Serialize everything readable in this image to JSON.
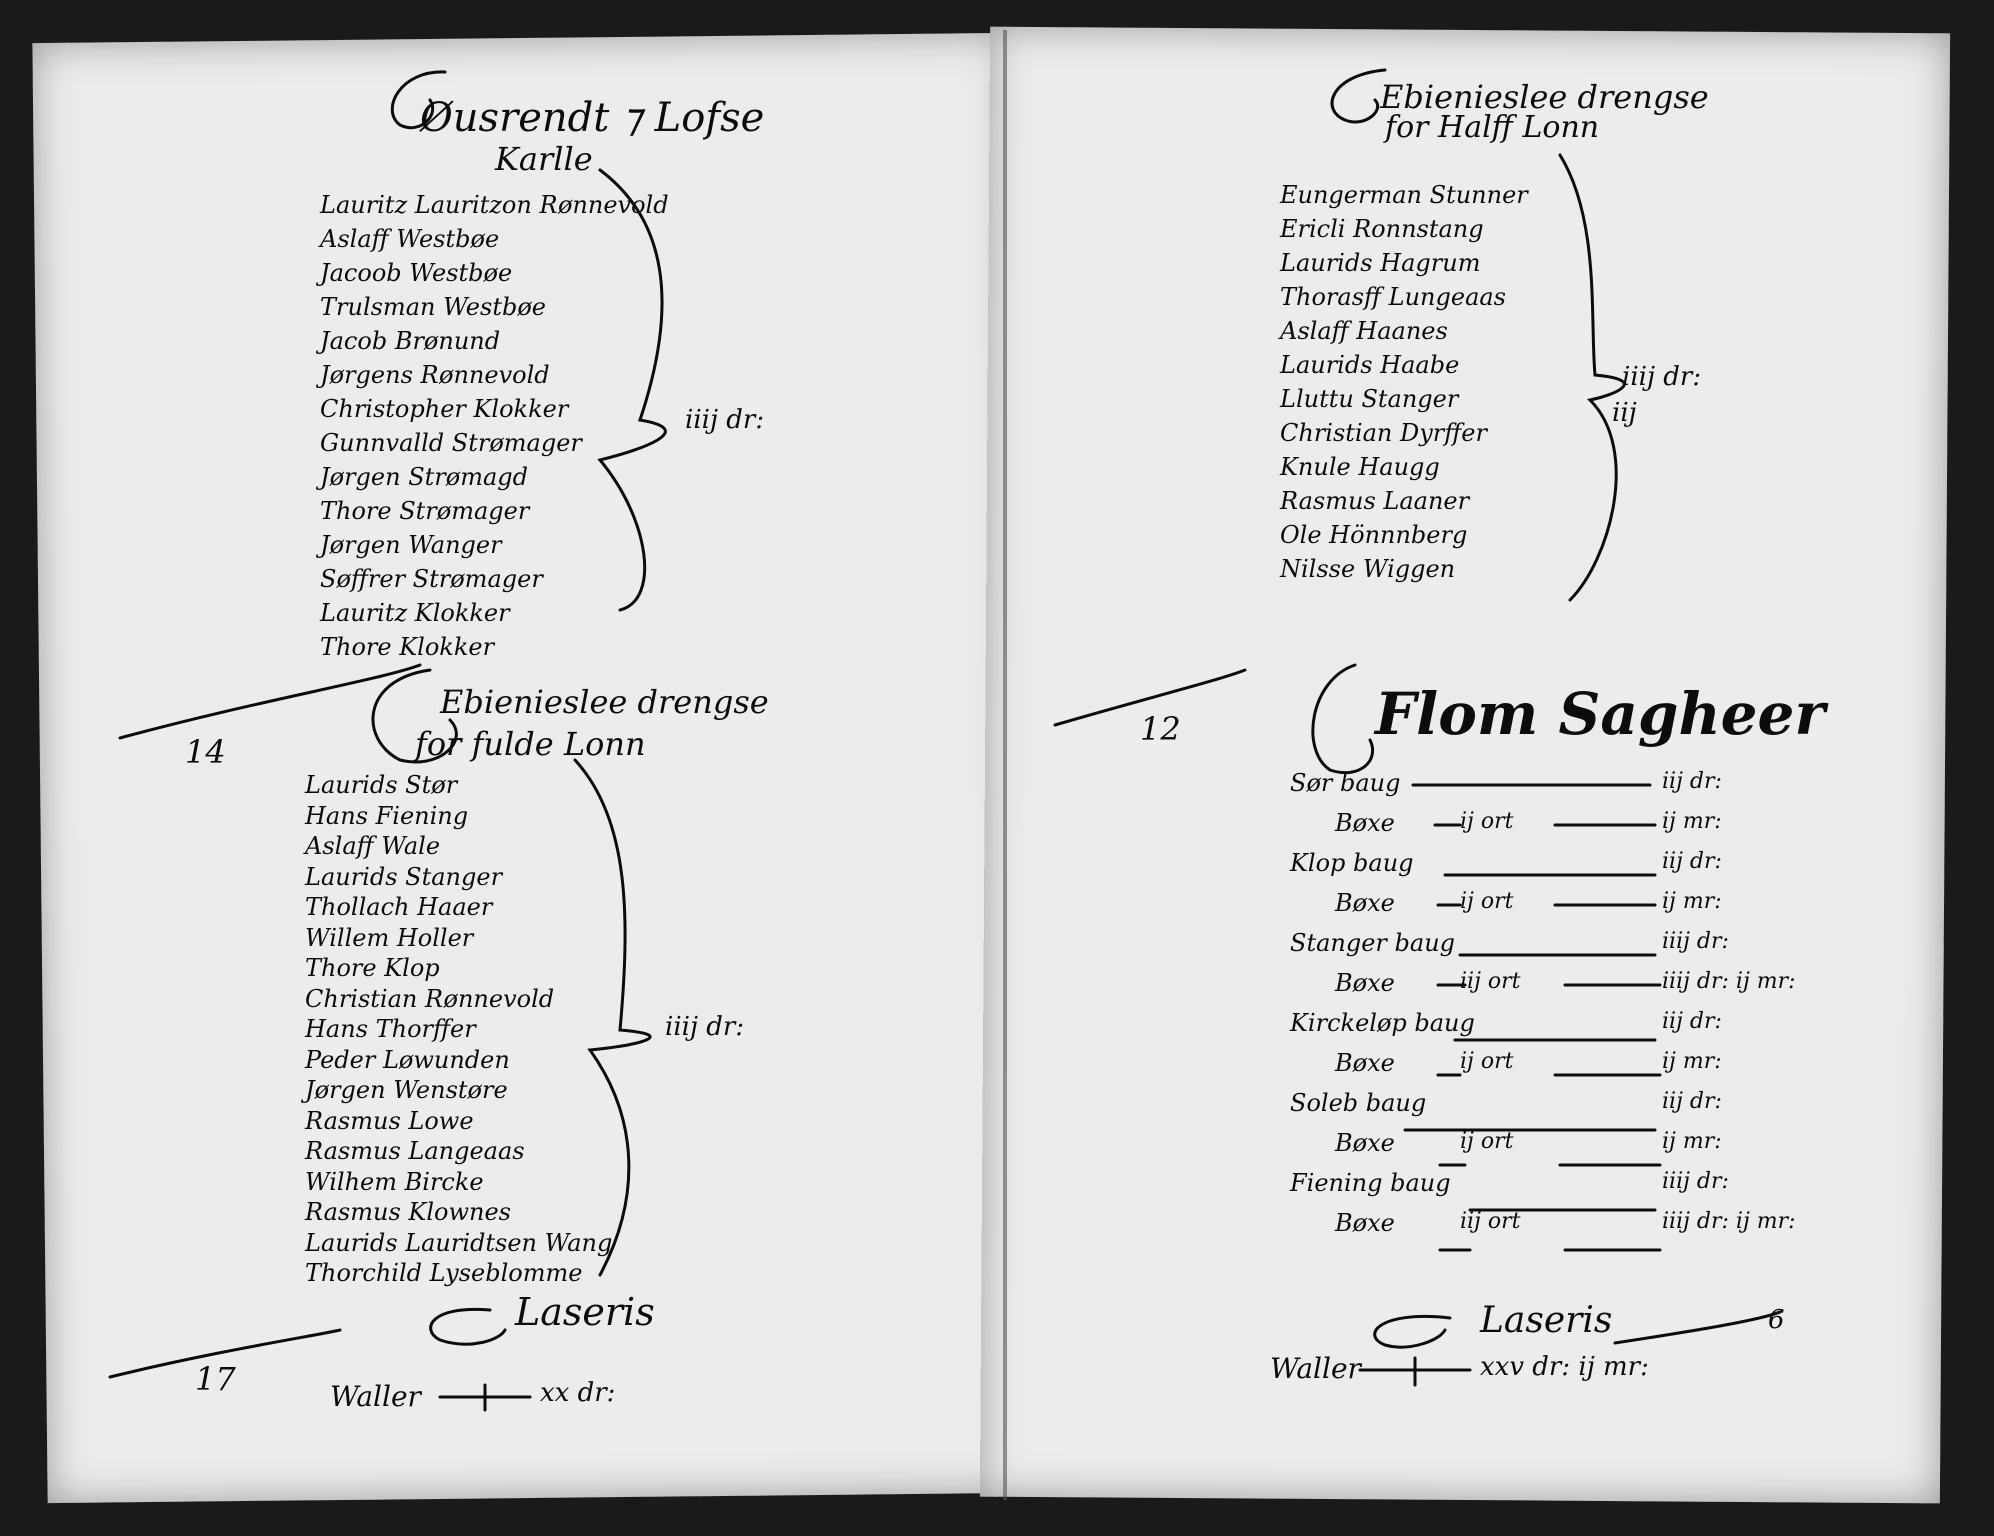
{
  "left_page": {
    "section1": {
      "heading": [
        "Øusrendt ⁊ Lofse",
        "Karlle"
      ],
      "names": [
        "Lauritz Lauritzon Rønnevold",
        "Aslaff Westbøe",
        "Jacoob Westbøe",
        "Trulsman Westbøe",
        "Jacob Brønund",
        "Jørgens Rønnevold",
        "Christopher Klokker",
        "Gunnvalld Strømager",
        "Jørgen Strømagd",
        "Thore Strømager",
        "Jørgen Wanger",
        "Søffrer Strømager",
        "Lauritz Klokker",
        "Thore Klokker"
      ],
      "bracket_amount": "iiij dr:"
    },
    "section2": {
      "heading": [
        "Ebienieslee drengse",
        "for fulde Lonn"
      ],
      "names": [
        "Laurids Stør",
        "Hans Fiening",
        "Aslaff Wale",
        "Laurids Stanger",
        "Thollach Haaer",
        "Willem Holler",
        "Thore Klop",
        "Christian Rønnevold",
        "Hans Thorffer",
        "Peder Løwunden",
        "Jørgen Wenstøre",
        "Rasmus Lowe",
        "Rasmus Langeaas",
        "Wilhem Bircke",
        "Rasmus Klownes",
        "Laurids Lauridtsen Wang",
        "Thorchild Lyseblomme"
      ],
      "bracket_amount": "iiij dr:"
    },
    "section3": {
      "heading": "Laseris",
      "line_label": "Waller",
      "line_value": "xx dr:"
    },
    "margin_numbers": [
      "14",
      "17"
    ]
  },
  "right_page": {
    "section1": {
      "heading": [
        "Ebienieslee drengse",
        "for Halff Lonn"
      ],
      "names": [
        "Eungerman Stunner",
        "Ericli Ronnstang",
        "Laurids Hagrum",
        "Thorasff Lungeaas",
        "Aslaff Haanes",
        "Laurids Haabe",
        "Lluttu Stanger",
        "Christian Dyrffer",
        "Knule Haugg",
        "Rasmus Laaner",
        "Ole Hönnnberg",
        "Nilsse Wiggen"
      ],
      "bracket_amount": [
        "iiij dr:",
        "iij"
      ]
    },
    "section2": {
      "heading": "Flom Sagheer",
      "margin_number": "12",
      "rows": [
        {
          "label": "Sør baug",
          "mid": "",
          "amt": "iij dr:"
        },
        {
          "label": "Bøxe",
          "mid": "ij ort",
          "amt": "ij mr:"
        },
        {
          "label": "Klop baug",
          "mid": "",
          "amt": "iij dr:"
        },
        {
          "label": "Bøxe",
          "mid": "ij ort",
          "amt": "ij mr:"
        },
        {
          "label": "Stanger baug",
          "mid": "",
          "amt": "iiij dr:"
        },
        {
          "label": "Bøxe",
          "mid": "iij ort",
          "amt": "iiij dr: ij mr:"
        },
        {
          "label": "Kirckeløp baug",
          "mid": "",
          "amt": "iij dr:"
        },
        {
          "label": "Bøxe",
          "mid": "ij ort",
          "amt": "ij mr:"
        },
        {
          "label": "Soleb baug",
          "mid": "",
          "amt": "iij dr:"
        },
        {
          "label": "Bøxe",
          "mid": "ij ort",
          "amt": "ij mr:"
        },
        {
          "label": "Fiening baug",
          "mid": "",
          "amt": "iiij dr:"
        },
        {
          "label": "Bøxe",
          "mid": "iij ort",
          "amt": "iiij dr: ij mr:"
        }
      ]
    },
    "section3": {
      "heading": "Laseris",
      "line_label": "Waller",
      "line_value": "xxv dr: ij mr:",
      "margin_mark": "6"
    }
  }
}
